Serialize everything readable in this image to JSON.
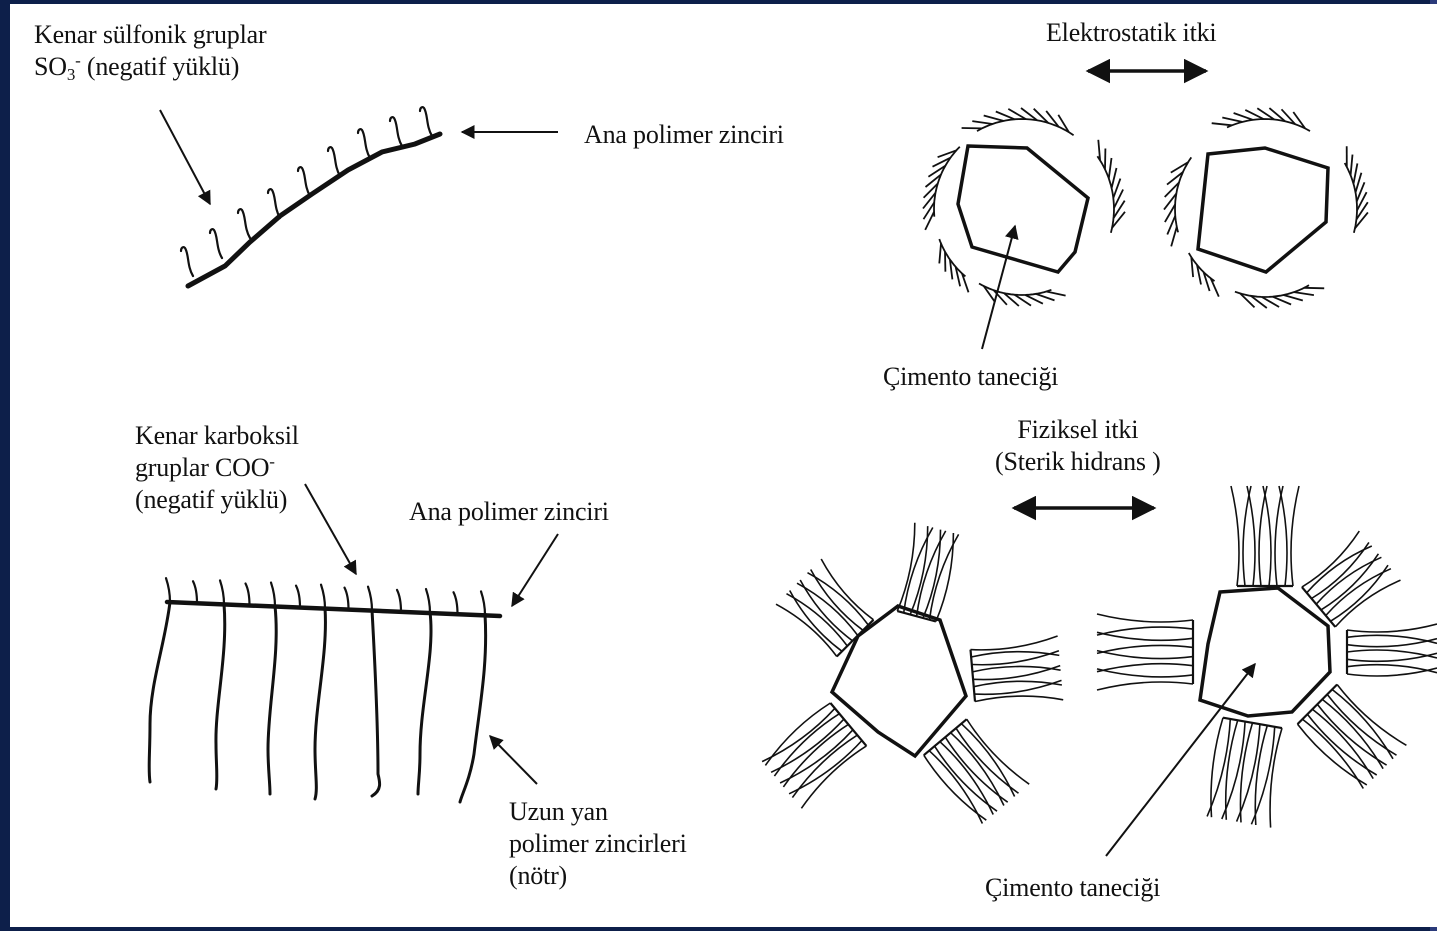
{
  "colors": {
    "frame": "#0d1f4a",
    "background": "#ffffff",
    "ink": "#111111"
  },
  "top_left": {
    "side_group_label_line1": "Kenar sülfonik gruplar",
    "side_group_label_line2_prefix": "SO",
    "side_group_label_line2_sub": "3",
    "side_group_label_line2_sup": "-",
    "side_group_label_line2_suffix": " (negatif yüklü)",
    "main_chain_label": "Ana polimer zinciri"
  },
  "top_right": {
    "repulsion_label": "Elektrostatik itki",
    "particle_label": "Çimento taneciği"
  },
  "bottom_left": {
    "side_group_label_line1": "Kenar karboksil",
    "side_group_label_line2_prefix": "gruplar COO",
    "side_group_label_line2_sup": "-",
    "side_group_label_line3": "(negatif yüklü)",
    "main_chain_label": "Ana polimer zinciri",
    "side_chain_label_line1": "Uzun yan",
    "side_chain_label_line2": "polimer zincirleri",
    "side_chain_label_line3": "(nötr)"
  },
  "bottom_right": {
    "repulsion_label_line1": "Fiziksel itki",
    "repulsion_label_line2": "(Sterik hidrans )",
    "particle_label": "Çimento taneciği"
  }
}
